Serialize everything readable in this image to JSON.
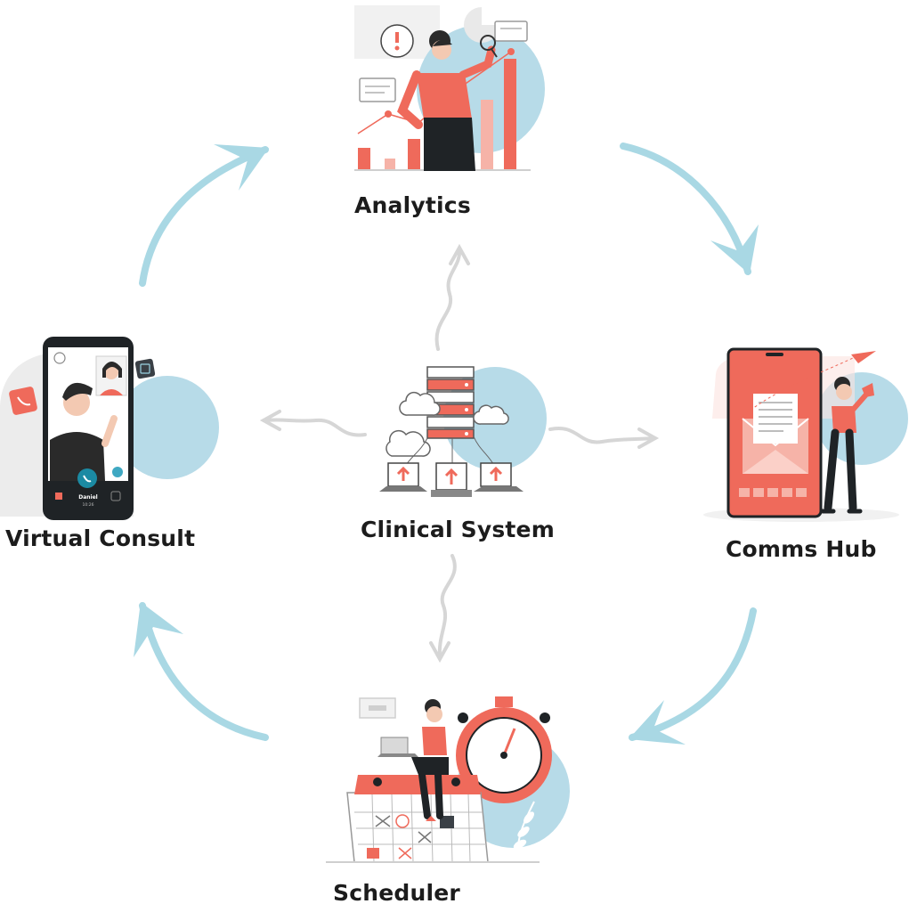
{
  "nodes": {
    "analytics": {
      "label": "Analytics"
    },
    "virtual_consult": {
      "label": "Virtual Consult",
      "caller_name": "Daniel",
      "call_time": "10:26"
    },
    "clinical_system": {
      "label": "Clinical System"
    },
    "comms_hub": {
      "label": "Comms Hub"
    },
    "scheduler": {
      "label": "Scheduler"
    }
  },
  "colors": {
    "coral": "#ef6a5b",
    "coral_light": "#f6b3a8",
    "blue_blob": "#b7dbe8",
    "cycle_arrow": "#a9d8e4",
    "spoke_arrow": "#d6d6d6",
    "dark": "#1f2326",
    "grey_blob": "#ececec"
  }
}
